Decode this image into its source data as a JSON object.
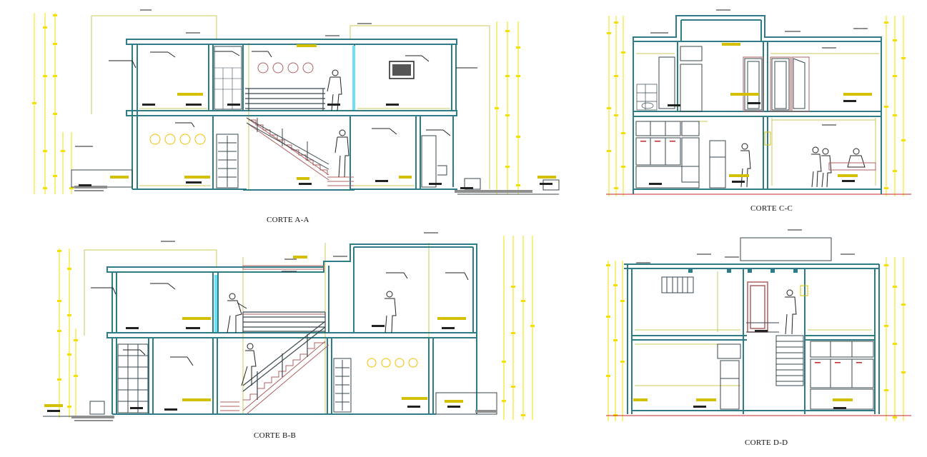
{
  "sections": [
    {
      "id": "a",
      "caption": "CORTE A-A"
    },
    {
      "id": "c",
      "caption": "CORTE C-C"
    },
    {
      "id": "b",
      "caption": "CORTE B-B"
    },
    {
      "id": "d",
      "caption": "CORTE D-D"
    }
  ],
  "colors": {
    "wall": "#2e7d86",
    "outline": "#37474f",
    "dimension": "#f4e000",
    "guide": "#c8c85a",
    "stair_hatch": "#b06060",
    "ground": "#8e8e8e",
    "ground_level": "#c62828",
    "leader": "#222222",
    "annotation": "#d4c000"
  }
}
